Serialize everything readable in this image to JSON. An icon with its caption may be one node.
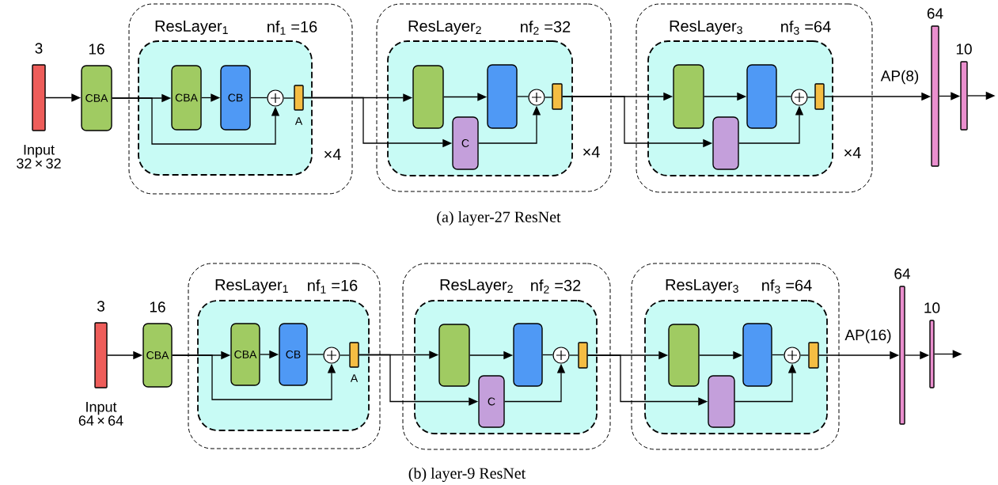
{
  "diagram": {
    "nodes": [
      {
        "text": [],
        "shape": "bar",
        "beside": [
          "3",
          "Input 32 × 32"
        ]
      },
      {
        "text": [
          "CBA"
        ],
        "beside": [
          "16"
        ]
      },
      {
        "text": [
          "ResLayer$_{1}$",
          "nf$_{1}$ =16",
          "×4"
        ]
      },
      {
        "text": [],
        "shape": "box",
        "in": 2
      },
      {
        "text": [
          "CBA"
        ],
        "in": 3
      },
      {
        "text": [
          "CB"
        ],
        "in": 3
      },
      {
        "text": [],
        "shape": "circle",
        "in": 3
      },
      {
        "text": [],
        "shape": "bar",
        "in": 3,
        "beside": [
          "A"
        ]
      },
      {
        "text": [
          "ResLayer$_{2}$",
          "nf$_{2}$ =32",
          "×4"
        ]
      },
      {
        "text": [],
        "shape": "box",
        "in": 8
      },
      {
        "text": [],
        "shape": "box",
        "in": 9
      },
      {
        "text": [],
        "shape": "box",
        "in": 9
      },
      {
        "text": [
          "C"
        ],
        "in": 9
      },
      {
        "text": [],
        "shape": "circle",
        "in": 9
      },
      {
        "text": [],
        "shape": "bar",
        "in": 9
      },
      {
        "text": [
          "ResLayer$_{3}$",
          "nf$_{3}$ =64",
          "×4"
        ]
      },
      {
        "text": [],
        "shape": "box",
        "in": 15
      },
      {
        "text": [],
        "shape": "box",
        "in": 16
      },
      {
        "text": [],
        "shape": "box",
        "in": 16
      },
      {
        "text": [],
        "shape": "box",
        "in": 16
      },
      {
        "text": [],
        "shape": "circle",
        "in": 16
      },
      {
        "text": [],
        "shape": "bar",
        "in": 16
      },
      {
        "text": [],
        "shape": "bar",
        "beside": [
          "64"
        ]
      },
      {
        "text": [],
        "shape": "bar",
        "beside": [
          "10"
        ]
      },
      {
        "text": [],
        "shape": "bar",
        "beside": [
          "3",
          "Input 64 × 64"
        ]
      },
      {
        "text": [
          "CBA"
        ],
        "beside": [
          "16"
        ]
      },
      {
        "text": [
          "ResLayer$_{1}$",
          "nf$_{1}$ =16"
        ]
      },
      {
        "text": [],
        "shape": "box",
        "in": 26
      },
      {
        "text": [
          "CBA"
        ],
        "in": 27
      },
      {
        "text": [
          "CB"
        ],
        "in": 27
      },
      {
        "text": [],
        "shape": "circle",
        "in": 27
      },
      {
        "text": [],
        "shape": "bar",
        "in": 27,
        "beside": [
          "A"
        ]
      },
      {
        "text": [
          "ResLayer$_{2}$",
          "nf$_{2}$ =32"
        ]
      },
      {
        "text": [],
        "shape": "box",
        "in": 32
      },
      {
        "text": [],
        "shape": "box",
        "in": 33
      },
      {
        "text": [],
        "shape": "box",
        "in": 33
      },
      {
        "text": [
          "C"
        ],
        "in": 33
      },
      {
        "text": [],
        "shape": "circle",
        "in": 33
      },
      {
        "text": [],
        "shape": "bar",
        "in": 33
      },
      {
        "text": [
          "ResLayer$_{3}$",
          "nf$_{3}$ =64"
        ]
      },
      {
        "text": [],
        "shape": "box",
        "in": 39
      },
      {
        "text": [],
        "shape": "box",
        "in": 40
      },
      {
        "text": [],
        "shape": "box",
        "in": 40
      },
      {
        "text": [],
        "shape": "box",
        "in": 40
      },
      {
        "text": [],
        "shape": "circle",
        "in": 40
      },
      {
        "text": [],
        "shape": "bar",
        "in": 40
      },
      {
        "text": [],
        "shape": "bar",
        "beside": [
          "64"
        ]
      },
      {
        "text": [],
        "shape": "bar",
        "beside": [
          "10"
        ]
      }
    ],
    "edges": [
      {
        "from": 0,
        "to": 1,
        "arrow": "to"
      },
      {
        "from": 1,
        "to": 4,
        "arrow": "to"
      },
      {
        "from": 1,
        "to": 6,
        "arrow": "to"
      },
      {
        "from": 4,
        "to": 5,
        "arrow": "to"
      },
      {
        "from": 5,
        "to": 6,
        "arrow": "none"
      },
      {
        "from": 6,
        "to": 7,
        "arrow": "none"
      },
      {
        "from": 7,
        "to": 10,
        "arrow": "to"
      },
      {
        "from": 7,
        "to": 12,
        "arrow": "to"
      },
      {
        "from": 10,
        "to": 11,
        "arrow": "to"
      },
      {
        "from": 11,
        "to": 13,
        "arrow": "none"
      },
      {
        "from": 12,
        "to": 13,
        "arrow": "to"
      },
      {
        "from": 13,
        "to": 14,
        "arrow": "none"
      },
      {
        "from": 14,
        "to": 17,
        "arrow": "to"
      },
      {
        "from": 14,
        "to": 19,
        "arrow": "to"
      },
      {
        "from": 17,
        "to": 18,
        "arrow": "to"
      },
      {
        "from": 18,
        "to": 20,
        "arrow": "none"
      },
      {
        "from": 19,
        "to": 20,
        "arrow": "to"
      },
      {
        "from": 20,
        "to": 21,
        "arrow": "none"
      },
      {
        "from": 21,
        "to": 22,
        "arrow": "to",
        "label": "AP(8)"
      },
      {
        "from": 22,
        "to": 23,
        "arrow": "to"
      },
      {
        "from": 23,
        "to": null,
        "arrow": "to"
      },
      {
        "from": 24,
        "to": 25,
        "arrow": "to"
      },
      {
        "from": 25,
        "to": 28,
        "arrow": "to"
      },
      {
        "from": 25,
        "to": 30,
        "arrow": "to"
      },
      {
        "from": 28,
        "to": 29,
        "arrow": "to"
      },
      {
        "from": 29,
        "to": 30,
        "arrow": "none"
      },
      {
        "from": 30,
        "to": 31,
        "arrow": "none"
      },
      {
        "from": 31,
        "to": 34,
        "arrow": "to"
      },
      {
        "from": 31,
        "to": 36,
        "arrow": "to"
      },
      {
        "from": 34,
        "to": 35,
        "arrow": "to"
      },
      {
        "from": 35,
        "to": 37,
        "arrow": "none"
      },
      {
        "from": 36,
        "to": 37,
        "arrow": "to"
      },
      {
        "from": 37,
        "to": 38,
        "arrow": "none"
      },
      {
        "from": 38,
        "to": 41,
        "arrow": "to"
      },
      {
        "from": 38,
        "to": 43,
        "arrow": "to"
      },
      {
        "from": 41,
        "to": 42,
        "arrow": "to"
      },
      {
        "from": 42,
        "to": 44,
        "arrow": "none"
      },
      {
        "from": 43,
        "to": 44,
        "arrow": "to"
      },
      {
        "from": 44,
        "to": 45,
        "arrow": "none"
      },
      {
        "from": 45,
        "to": 46,
        "arrow": "to",
        "label": "AP(16)"
      },
      {
        "from": 46,
        "to": 47,
        "arrow": "to"
      },
      {
        "from": 47,
        "to": null,
        "arrow": "to"
      }
    ],
    "labels": [
      "(a) layer-27 ResNet",
      "(b) layer-9 ResNet"
    ]
  }
}
